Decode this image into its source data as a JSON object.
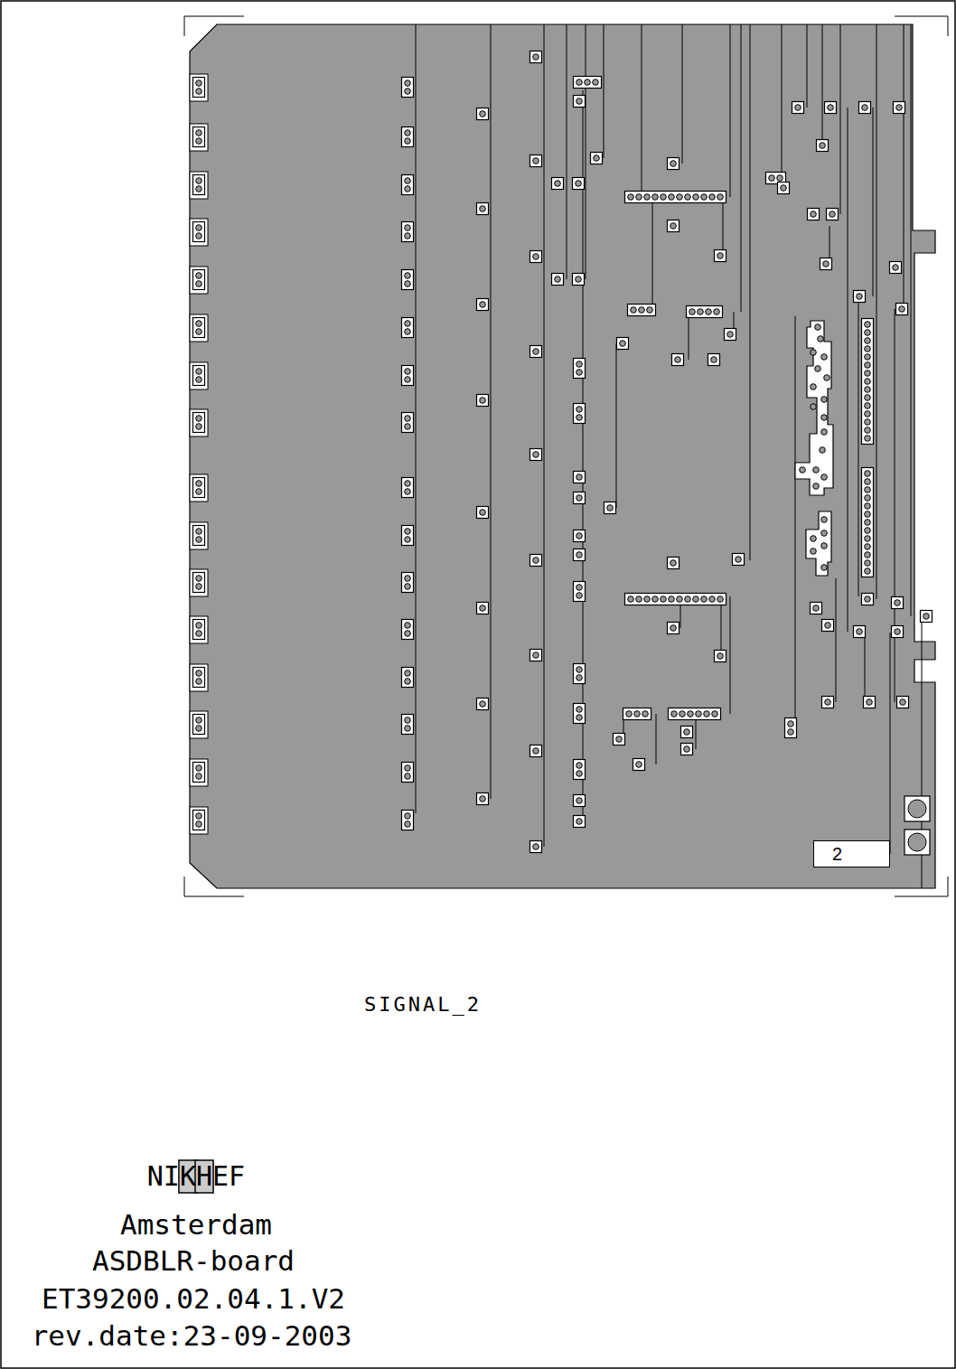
{
  "diagram": {
    "nodes": [
      {
        "text": [
          "2"
        ]
      }
    ],
    "labels": [
      "SIGNAL_2",
      "NIKHEF",
      "Amsterdam",
      "ASDBLR-board",
      "ET39200.02.04.1.V2",
      "rev.date:23-09-2003"
    ]
  }
}
